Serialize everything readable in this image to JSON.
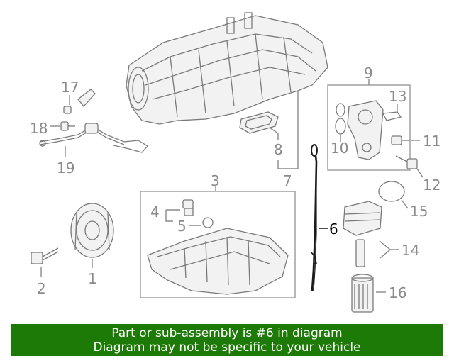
{
  "banner": {
    "line1": "Part or sub-assembly is #6 in diagram",
    "line2": "Diagram may not be specific to your vehicle"
  },
  "highlight_color": "#000000",
  "banner_color": "#1e7a06",
  "callouts": {
    "c1": "1",
    "c2": "2",
    "c3": "3",
    "c4": "4",
    "c5": "5",
    "c6": "6",
    "c7": "7",
    "c8": "8",
    "c9": "9",
    "c10": "10",
    "c11": "11",
    "c12": "12",
    "c13": "13",
    "c14": "14",
    "c15": "15",
    "c16": "16",
    "c17": "17",
    "c18": "18",
    "c19": "19"
  },
  "highlighted_callout": "6"
}
